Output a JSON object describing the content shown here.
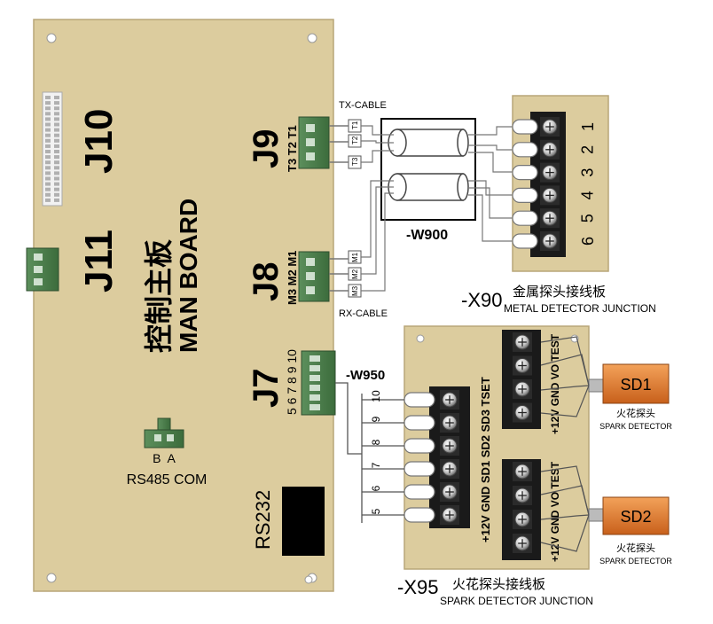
{
  "main_board": {
    "j10": "J10",
    "j11": "J11",
    "j9": "J9",
    "j9_pins": "T3 T2 T1",
    "j8": "J8",
    "j8_pins": "M3 M2 M1",
    "j7": "J7",
    "j7_pins": "5 6 7 8 9 10",
    "title_cn": "控制主板",
    "title_en": "MAN  BOARD",
    "rs485_pins": "B  A",
    "rs485_label": "RS485 COM",
    "rs232_label": "RS232"
  },
  "cables": {
    "tx": "TX-CABLE",
    "rx": "RX-CABLE",
    "w900": "-W900",
    "w950": "-W950",
    "tx_plugs": [
      "T1",
      "T2",
      "T3"
    ],
    "rx_plugs": [
      "M1",
      "M2",
      "M3"
    ]
  },
  "metal_junction": {
    "id": "-X90",
    "name_cn": "金属探头接线板",
    "name_en": "METAL DETECTOR JUNCTION",
    "terminals": [
      "1",
      "2",
      "3",
      "4",
      "5",
      "6"
    ]
  },
  "spark_junction": {
    "id": "-X95",
    "name_cn": "火花探头接线板",
    "name_en": "SPARK DETECTOR JUNCTION",
    "main_terminal_labels": "+12V GND SD1 SD2 SD3 TSET",
    "wire_numbers": [
      "10",
      "9",
      "8",
      "7",
      "6",
      "5"
    ],
    "sub_terminal_label": "+12V GND VO TEST"
  },
  "spark_detectors": [
    {
      "id": "SD1",
      "name_cn": "火花探头",
      "name_en": "SPARK DETECTOR"
    },
    {
      "id": "SD2",
      "name_cn": "火花探头",
      "name_en": "SPARK DETECTOR"
    }
  ],
  "colors": {
    "board": "#dccc9e",
    "board_edge": "#b8a678",
    "terminal_block": "#1a1a1a",
    "connector": "#4a7d4a",
    "detector": "#e07a2c"
  }
}
